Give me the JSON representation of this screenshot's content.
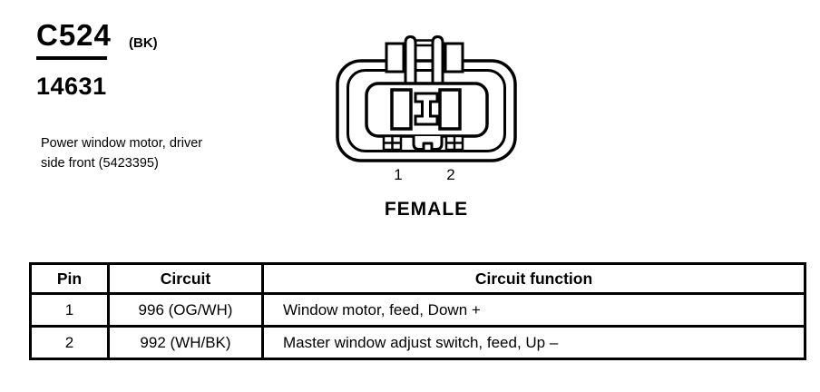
{
  "page": {
    "connector_id": "C524",
    "connector_color": "(BK)",
    "part_number": "14631",
    "description_line1": "Power window motor, driver",
    "description_line2": "side front (5423395)"
  },
  "connector": {
    "pin1_label": "1",
    "pin2_label": "2",
    "gender_label": "FEMALE"
  },
  "table": {
    "headers": [
      "Pin",
      "Circuit",
      "Circuit function"
    ],
    "rows": [
      {
        "pin": "1",
        "circuit": "996 (OG/WH)",
        "function": "Window motor, feed, Down +"
      },
      {
        "pin": "2",
        "circuit": "992 (WH/BK)",
        "function": "Master window adjust switch, feed, Up –"
      }
    ]
  },
  "colors": {
    "ink": "#000000",
    "paper": "#ffffff"
  }
}
